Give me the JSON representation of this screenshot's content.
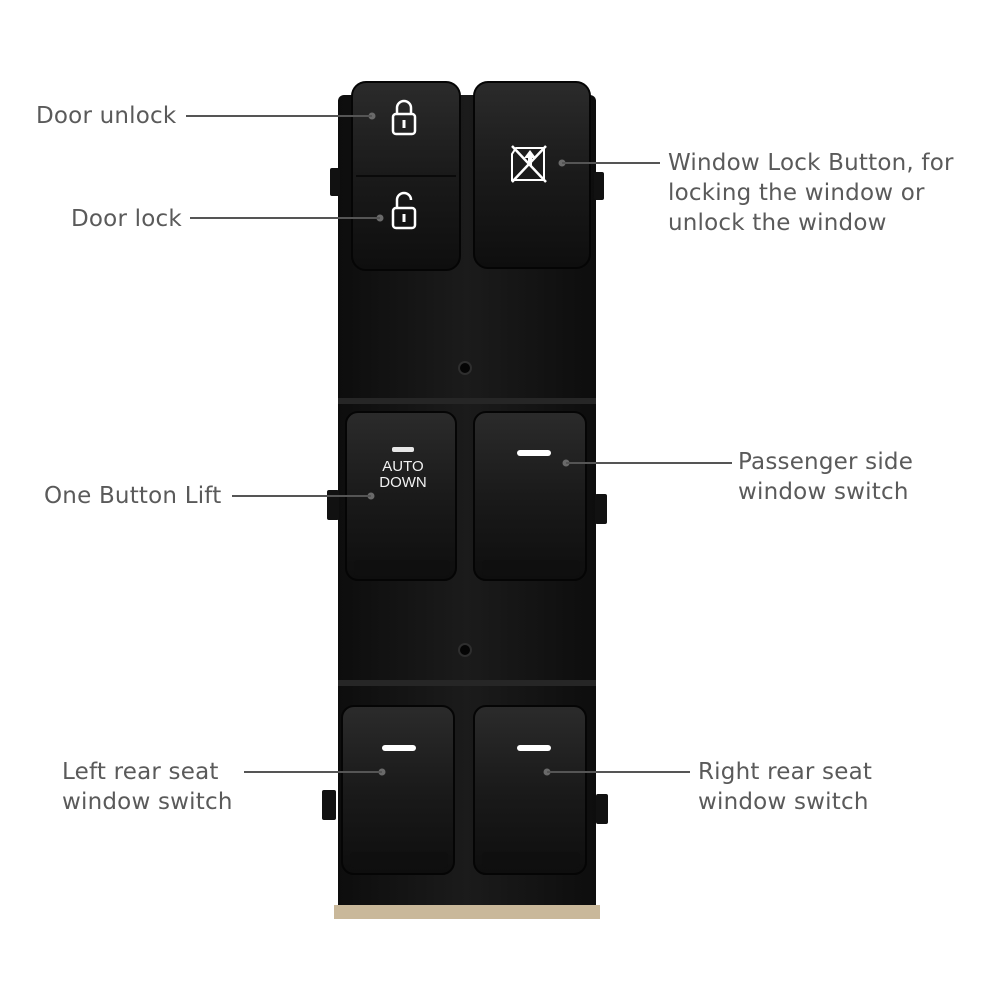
{
  "colors": {
    "label_text": "#5a5a5a",
    "leader_line": "#555555",
    "panel": "#141414",
    "switch_cap": "#1c1c1c",
    "indicator": "#ffffff"
  },
  "labels": {
    "door_unlock": "Door unlock",
    "door_lock": "Door lock",
    "window_lock": [
      "Window Lock Button, for",
      "locking the window or",
      "unlock the window"
    ],
    "one_button_lift": "One Button Lift",
    "passenger_side": [
      "Passenger side",
      "window switch"
    ],
    "left_rear": [
      "Left rear seat",
      "window switch"
    ],
    "right_rear": [
      "Right rear seat",
      "window switch"
    ]
  },
  "switch_text": {
    "auto_line1": "AUTO",
    "auto_line2": "DOWN"
  },
  "icons": {
    "lock_closed": "padlock-closed-icon",
    "lock_open": "padlock-open-icon",
    "window_lock": "window-lock-icon"
  }
}
